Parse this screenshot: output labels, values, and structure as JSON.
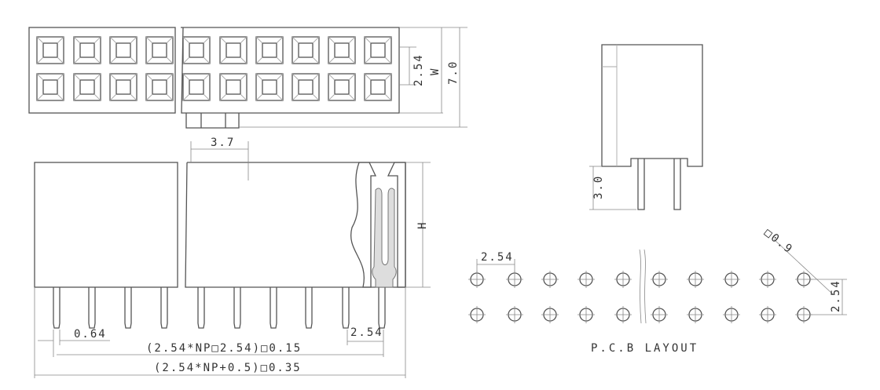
{
  "top_view": {
    "dim_pitch": "2.54",
    "dim_width": "W",
    "dim_total": "7.0"
  },
  "front_view": {
    "dim_offset": "3.7",
    "dim_height": "H",
    "dim_pin_width": "0.64",
    "dim_pin_pitch": "2.54",
    "dim_pin_span": "(2.54*NP□2.54)□0.15",
    "dim_body_length": "(2.54*NP+0.5)□0.35"
  },
  "side_view": {
    "dim_pin_length": "3.0"
  },
  "pcb_layout": {
    "title": "P.C.B LAYOUT",
    "dim_pitch_x": "2.54",
    "dim_pitch_y": "2.54",
    "dim_hole": "□0.9"
  }
}
